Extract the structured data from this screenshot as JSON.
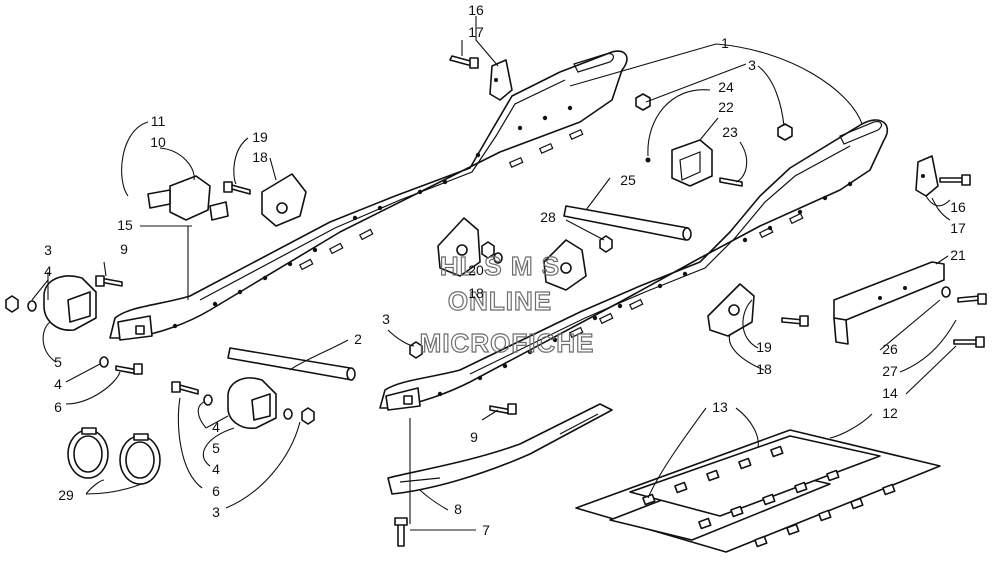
{
  "watermark": {
    "line1": "HL S M S",
    "line2": "ONLINE",
    "line3": "MICROFICHE"
  },
  "callouts": [
    {
      "id": "c1",
      "text": "1"
    },
    {
      "id": "c3a",
      "text": "3"
    },
    {
      "id": "c16a",
      "text": "16"
    },
    {
      "id": "c17a",
      "text": "17"
    },
    {
      "id": "c24",
      "text": "24"
    },
    {
      "id": "c22",
      "text": "22"
    },
    {
      "id": "c23",
      "text": "23"
    },
    {
      "id": "c11",
      "text": "11"
    },
    {
      "id": "c10",
      "text": "10"
    },
    {
      "id": "c19a",
      "text": "19"
    },
    {
      "id": "c18a",
      "text": "18"
    },
    {
      "id": "c15",
      "text": "15"
    },
    {
      "id": "c25",
      "text": "25"
    },
    {
      "id": "c28",
      "text": "28"
    },
    {
      "id": "c20",
      "text": "20"
    },
    {
      "id": "c18b",
      "text": "18"
    },
    {
      "id": "c16b",
      "text": "16"
    },
    {
      "id": "c17b",
      "text": "17"
    },
    {
      "id": "c21",
      "text": "21"
    },
    {
      "id": "c3b",
      "text": "3"
    },
    {
      "id": "c4a",
      "text": "4"
    },
    {
      "id": "c9a",
      "text": "9"
    },
    {
      "id": "c5a",
      "text": "5"
    },
    {
      "id": "c4b",
      "text": "4"
    },
    {
      "id": "c6a",
      "text": "6"
    },
    {
      "id": "c3c",
      "text": "3"
    },
    {
      "id": "c2",
      "text": "2"
    },
    {
      "id": "c19b",
      "text": "19"
    },
    {
      "id": "c18c",
      "text": "18"
    },
    {
      "id": "c26",
      "text": "26"
    },
    {
      "id": "c27",
      "text": "27"
    },
    {
      "id": "c14",
      "text": "14"
    },
    {
      "id": "c13",
      "text": "13"
    },
    {
      "id": "c12",
      "text": "12"
    },
    {
      "id": "c9b",
      "text": "9"
    },
    {
      "id": "c4c",
      "text": "4"
    },
    {
      "id": "c5b",
      "text": "5"
    },
    {
      "id": "c4d",
      "text": "4"
    },
    {
      "id": "c6b",
      "text": "6"
    },
    {
      "id": "c3d",
      "text": "3"
    },
    {
      "id": "c29",
      "text": "29"
    },
    {
      "id": "c8",
      "text": "8"
    },
    {
      "id": "c7",
      "text": "7"
    }
  ]
}
